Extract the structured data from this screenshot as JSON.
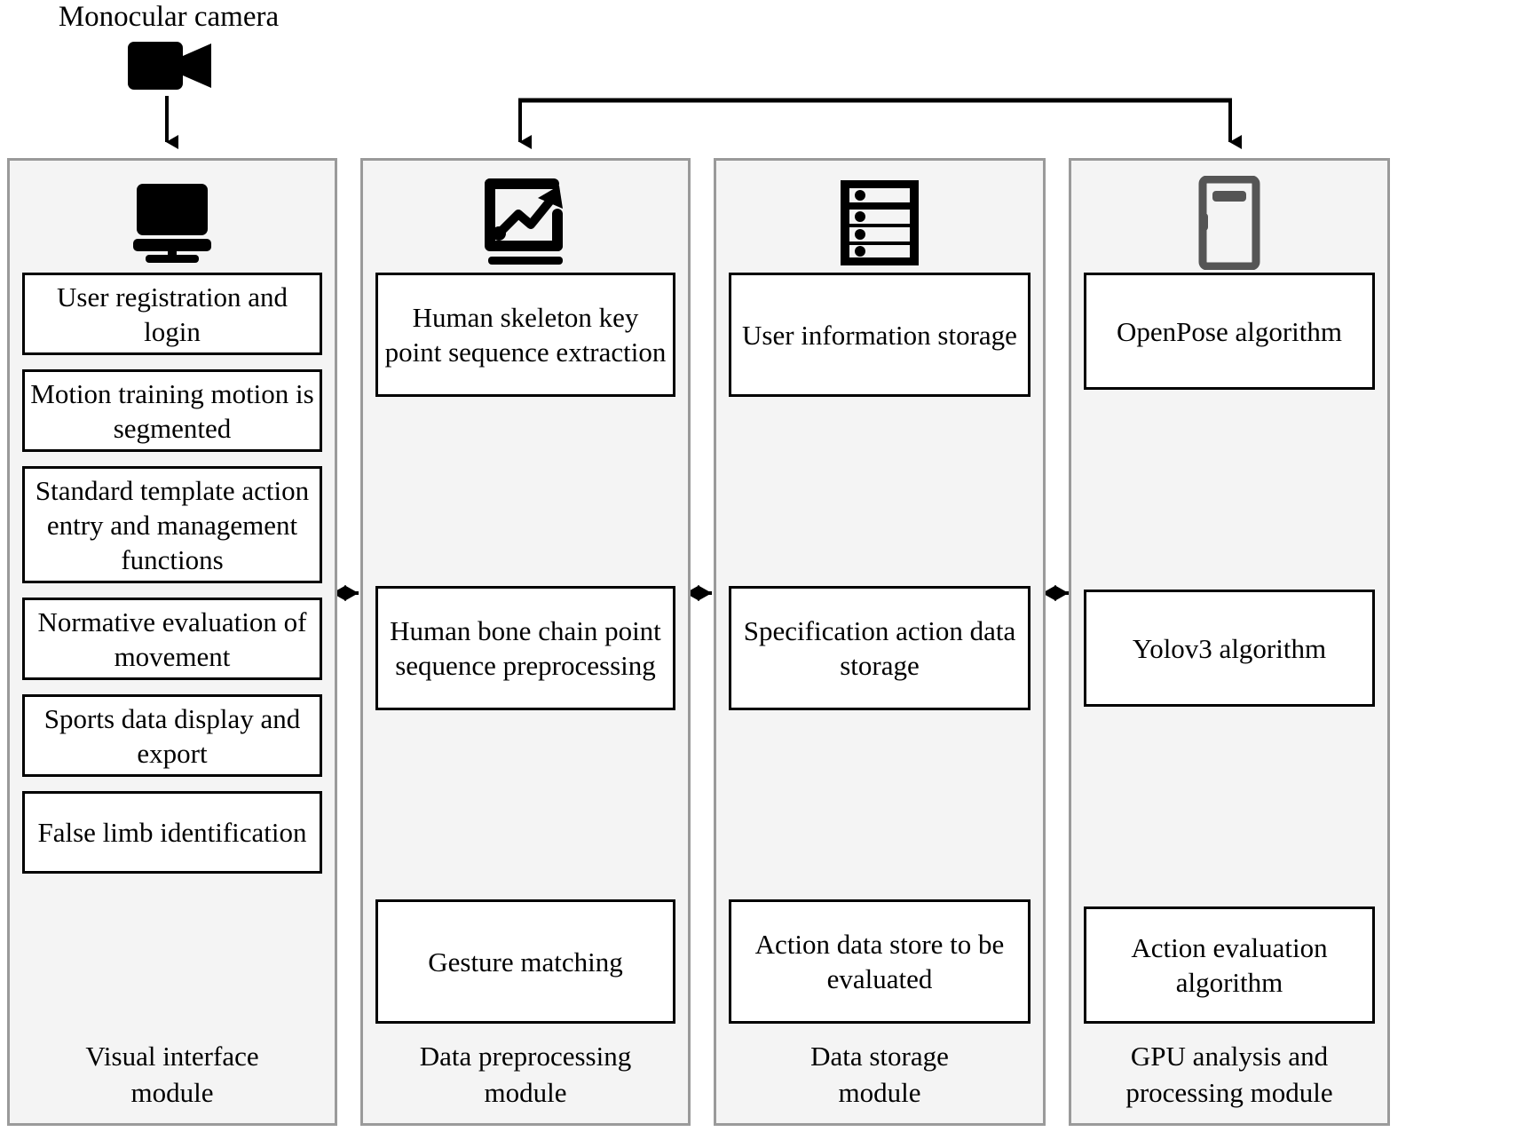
{
  "source": {
    "label": "Monocular camera",
    "icon": "video-camera-icon"
  },
  "modules": [
    {
      "id": "visual-interface",
      "icon": "monitor-icon",
      "footer": "Visual interface\nmodule",
      "items": [
        "User registration and login",
        "Motion training motion is segmented",
        "Standard template action entry and management functions",
        "Normative evaluation of movement",
        "Sports data display and export",
        "False limb identification"
      ]
    },
    {
      "id": "data-preprocessing",
      "icon": "chart-trending-up-icon",
      "footer": "Data preprocessing\nmodule",
      "items": [
        "Human skeleton key point sequence extraction",
        "Human bone chain point sequence preprocessing",
        "Gesture matching"
      ]
    },
    {
      "id": "data-storage",
      "icon": "server-rack-icon",
      "footer": "Data storage\nmodule",
      "items": [
        "User information storage",
        "Specification action data storage",
        "Action data store to be evaluated"
      ]
    },
    {
      "id": "gpu-analysis",
      "icon": "computer-tower-icon",
      "footer": "GPU analysis and\nprocessing module",
      "items": [
        "OpenPose algorithm",
        "Yolov3 algorithm",
        "Action evaluation algorithm"
      ]
    }
  ],
  "colors": {
    "module_border": "#9a9a9a",
    "module_fill": "#f4f4f4",
    "item_border": "#000000",
    "item_fill": "#ffffff",
    "stroke": "#000000",
    "tower_icon": "#555555"
  }
}
